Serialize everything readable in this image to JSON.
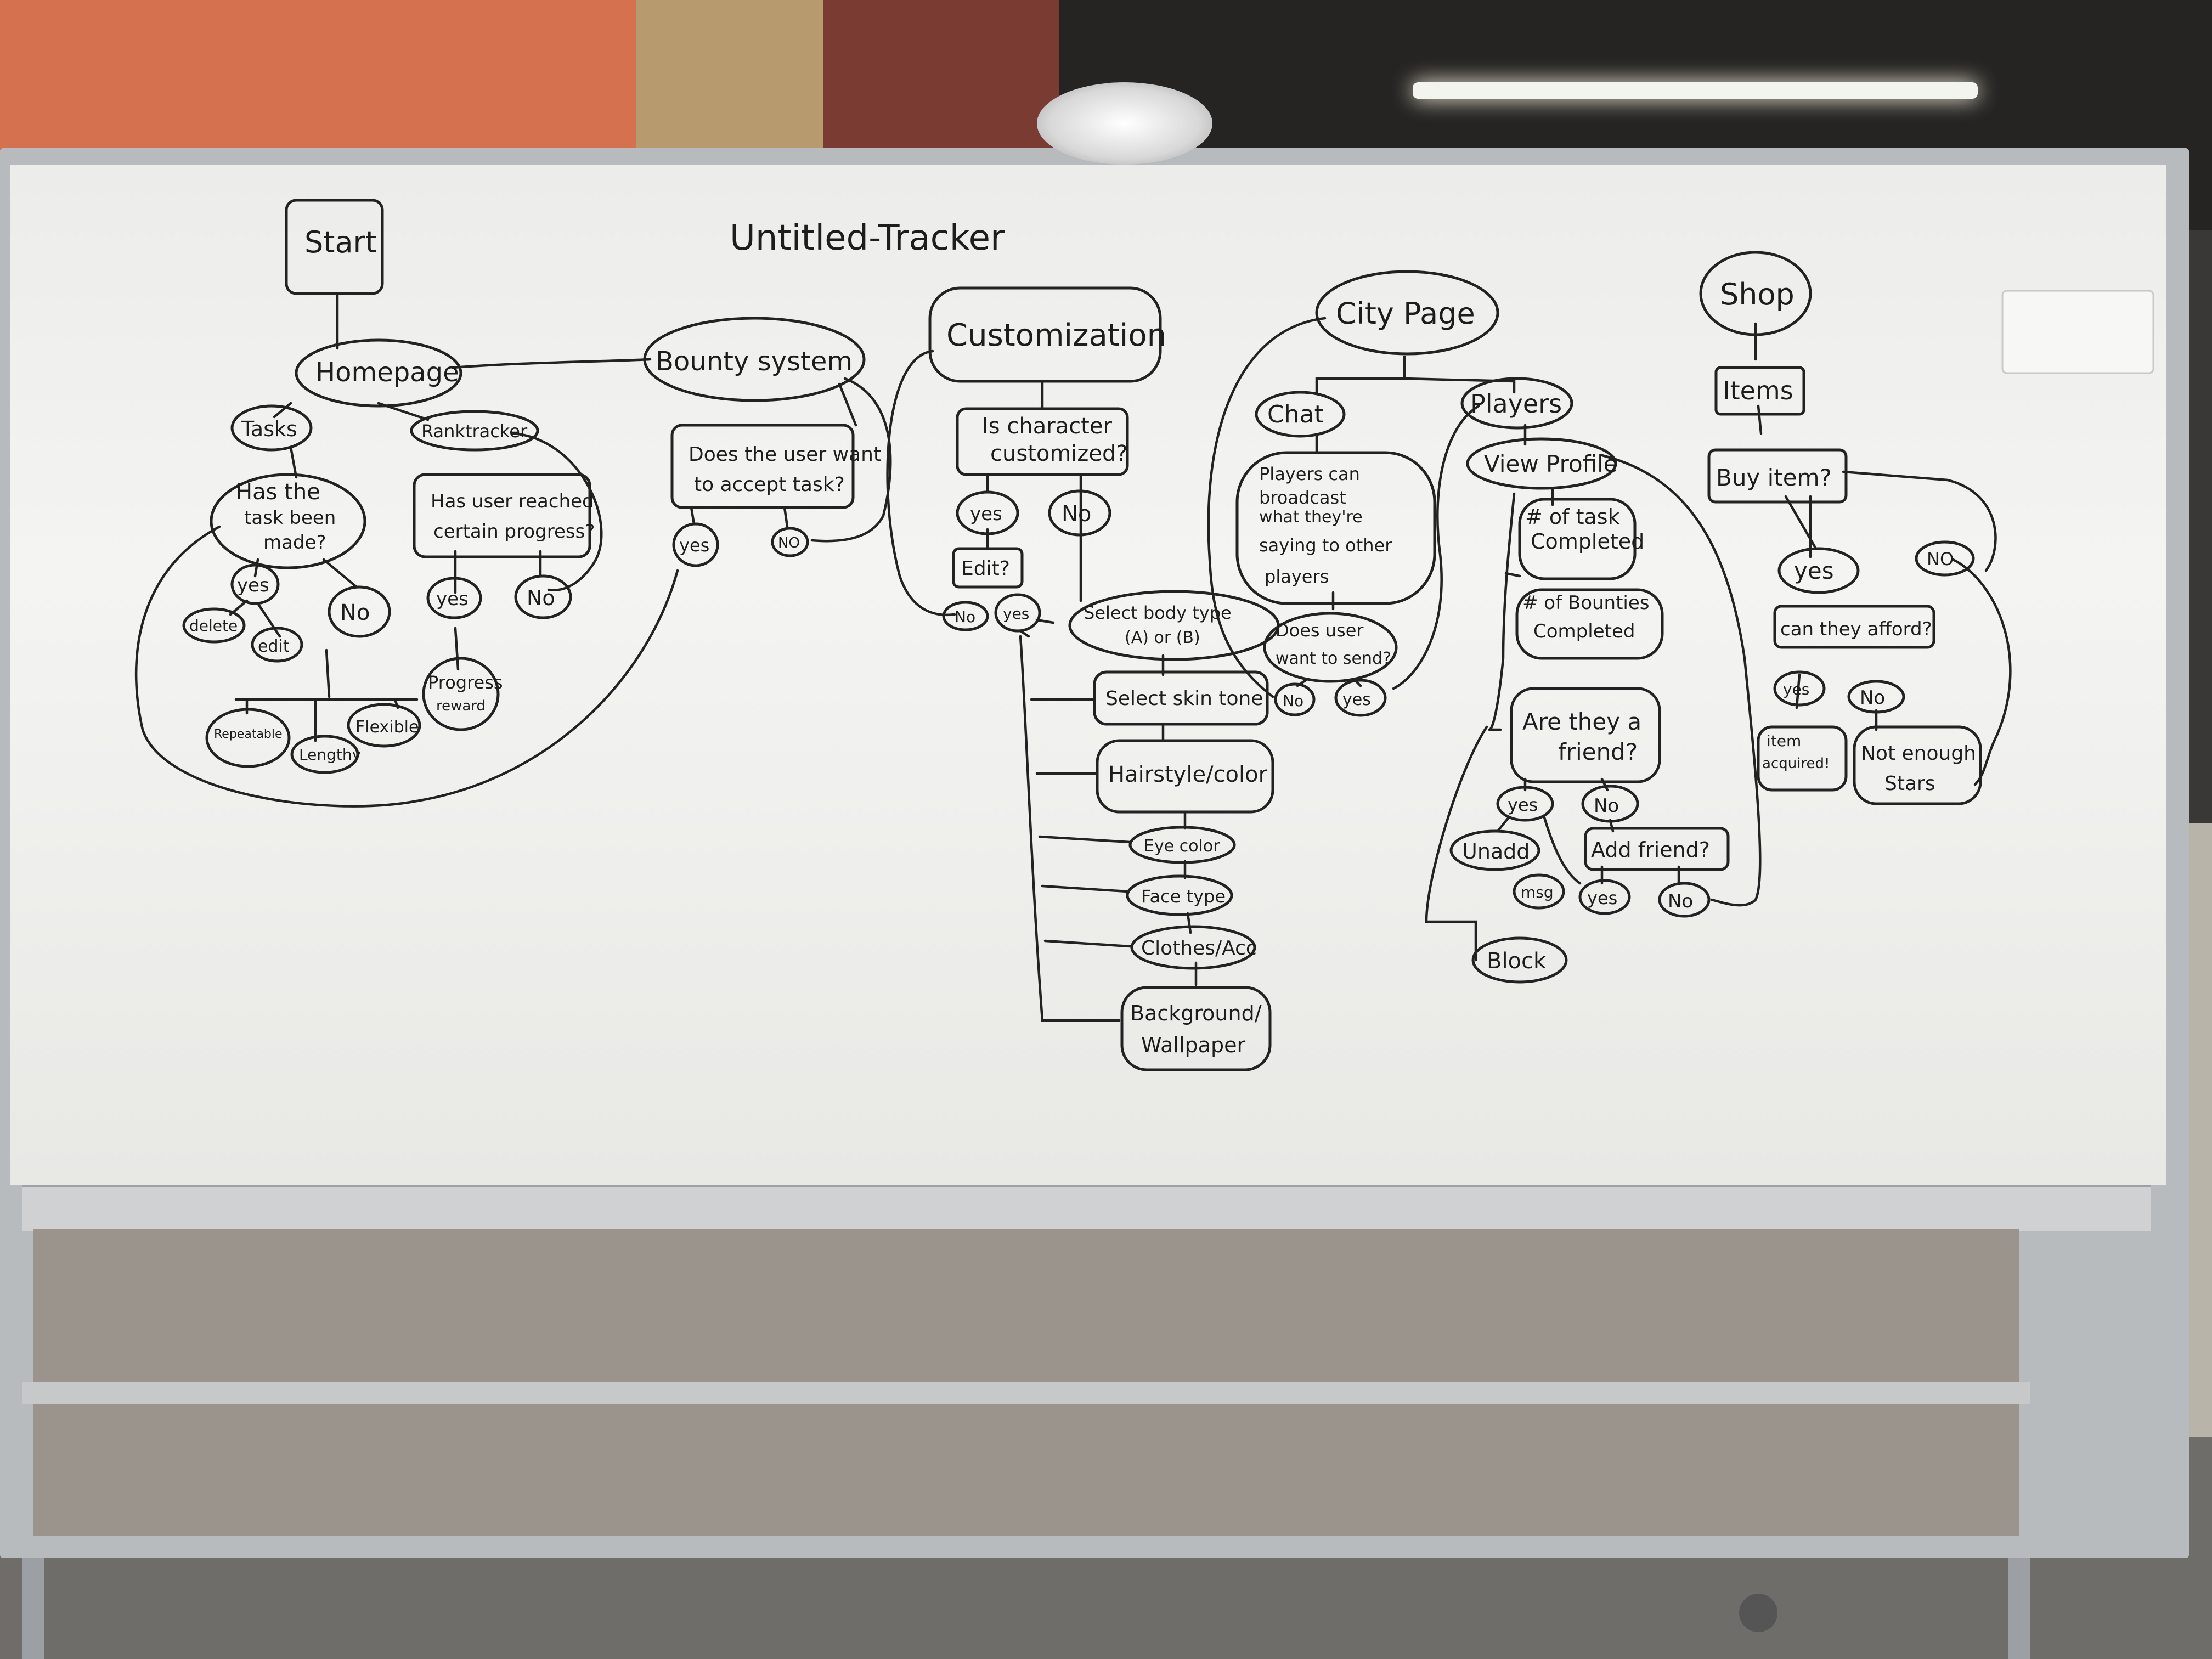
{
  "title": "Untitled-Tracker",
  "nodes": {
    "start": "Start",
    "homepage": "Homepage",
    "tasks": "Tasks",
    "task_made": [
      "Has the",
      "task been",
      "made?"
    ],
    "task_yes": "yes",
    "task_no": "No",
    "task_delete": "delete",
    "task_edit": "edit",
    "task_repeatable": "Repeatable",
    "task_lengthy": "Lengthy",
    "task_flexible": "Flexible",
    "ranktracker": "Ranktracker",
    "rank_progress": [
      "Has user reached",
      "certain progress?"
    ],
    "rank_yes": "yes",
    "rank_no": "No",
    "rank_reward": [
      "Progress",
      "reward"
    ],
    "bounty": "Bounty system",
    "bounty_accept": [
      "Does the user want",
      "to accept task?"
    ],
    "bounty_yes": "yes",
    "bounty_no": "NO",
    "customization": "Customization",
    "cust_question": [
      "Is character",
      "customized?"
    ],
    "cust_yes": "yes",
    "cust_no": "No",
    "cust_edit": "Edit?",
    "cust_edit_no": "No",
    "cust_edit_yes": "yes",
    "body_type": [
      "Select body type",
      "(A) or (B)"
    ],
    "skin_tone": "Select skin tone",
    "hairstyle": "Hairstyle/color",
    "eye_color": "Eye color",
    "face_type": "Face type",
    "clothes": "Clothes/Acc",
    "background": [
      "Background/",
      "Wallpaper"
    ],
    "city": "City Page",
    "chat": "Chat",
    "chat_text": [
      "Players can",
      "broadcast",
      "what they're",
      "saying to other",
      "players"
    ],
    "send_question": [
      "Does user",
      "want to send?"
    ],
    "send_no": "No",
    "send_yes": "yes",
    "players": "Players",
    "view_profile": "View Profile",
    "tasks_completed": [
      "# of task",
      "Completed"
    ],
    "bounties_completed": [
      "# of Bounties",
      "Completed"
    ],
    "friend_question": [
      "Are they a",
      "friend?"
    ],
    "friend_yes": "yes",
    "friend_no": "No",
    "unadd": "Unadd",
    "msg": "msg",
    "add_friend": "Add friend?",
    "add_yes": "yes",
    "add_no": "No",
    "block": "Block",
    "shop": "Shop",
    "items": "Items",
    "buy_item": "Buy item?",
    "buy_yes": "yes",
    "buy_no": "NO",
    "afford": "can they afford?",
    "afford_yes": "yes",
    "afford_no": "No",
    "item_acquired": [
      "item",
      "acquired!"
    ],
    "not_enough": [
      "Not enough",
      "Stars"
    ]
  }
}
